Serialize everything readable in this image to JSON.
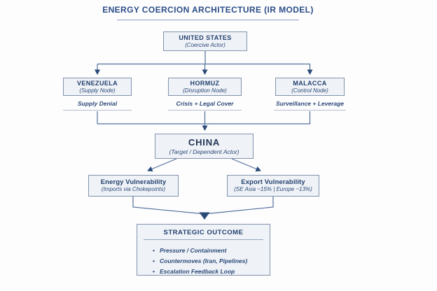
{
  "title": "ENERGY COERCION ARCHITECTURE (IR MODEL)",
  "colors": {
    "title_blue": "#2b4d86",
    "navy_text": "#22406e",
    "box_fill": "#eff2f7",
    "box_border": "#8293ad",
    "connector_line": "#53709b",
    "arrowhead": "#2a4a78"
  },
  "actors": {
    "united_states": {
      "name": "UNITED STATES",
      "role": "(Coercive Actor)"
    },
    "china": {
      "name": "CHINA",
      "role": "(Target / Dependent Actor)"
    }
  },
  "chokepoints": [
    {
      "name": "VENEZUELA",
      "role": "(Supply Node)",
      "mechanism": "Supply Denial"
    },
    {
      "name": "HORMUZ",
      "role": "(Disruption Node)",
      "mechanism": "Crisis + Legal Cover"
    },
    {
      "name": "MALACCA",
      "role": "(Control Node)",
      "mechanism": "Surveillance + Leverage"
    }
  ],
  "vulnerabilities": [
    {
      "name": "Energy Vulnerability",
      "detail": "(Imports via Chokepoints)"
    },
    {
      "name": "Export Vulnerability",
      "detail": "(SE Asia ~15% | Europe ~13%)"
    }
  ],
  "outcome": {
    "heading": "STRATEGIC OUTCOME",
    "bullets": [
      "Pressure / Containment",
      "Countermoves (Iran, Pipelines)",
      "Escalation Feedback Loop"
    ]
  }
}
